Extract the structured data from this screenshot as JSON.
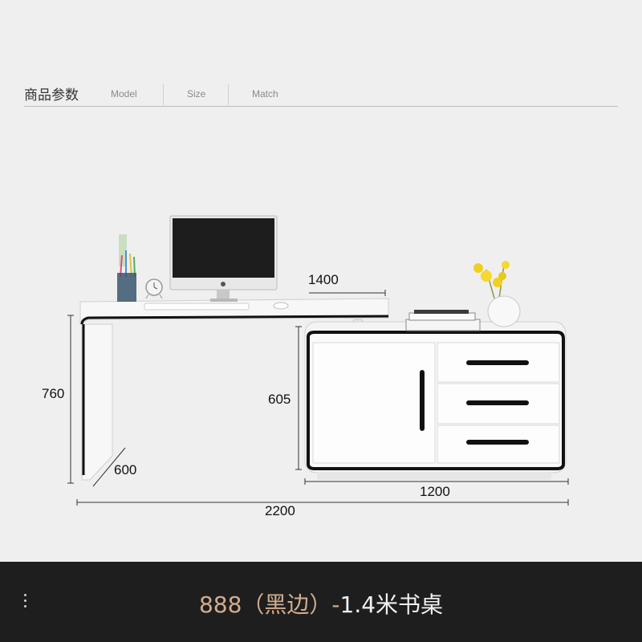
{
  "tabs": {
    "title": "商品参数",
    "items": [
      "Model",
      "Size",
      "Match"
    ]
  },
  "dimensions": {
    "desk_width": "1400",
    "desk_height": "760",
    "desk_depth": "600",
    "cabinet_height": "605",
    "cabinet_width": "1200",
    "total_width": "2200"
  },
  "product": {
    "code": "888（黑边）-",
    "name": "1.4米书桌"
  },
  "colors": {
    "background": "#efefef",
    "bottom_bar": "#1e1e1e",
    "accent_code": "#d2ad8f"
  }
}
